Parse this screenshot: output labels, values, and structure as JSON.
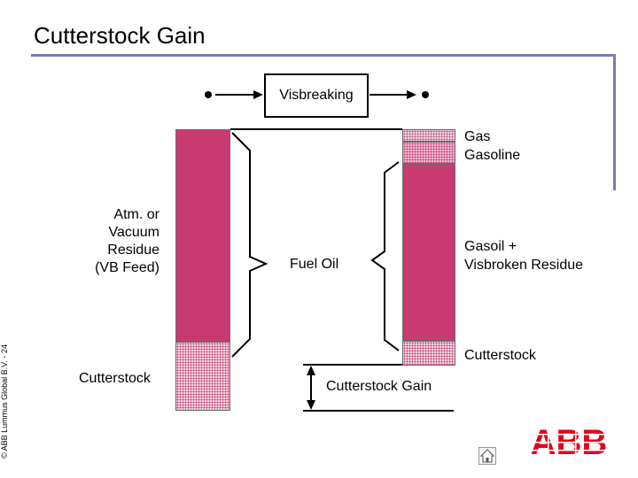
{
  "slide": {
    "title": "Cutterstock Gain",
    "copyright": "© ABB Lummus Global B.V. - 24",
    "logo_text": "ABB"
  },
  "diagram": {
    "process_box": "Visbreaking",
    "feed_label": {
      "line1": "Atm. or",
      "line2": "Vacuum",
      "line3": "Residue",
      "line4": "(VB Feed)"
    },
    "feed_cutterstock": "Cutterstock",
    "middle_label": "Fuel Oil",
    "product_labels": {
      "gas": "Gas",
      "gasoline": "Gasoline",
      "gasoil_line1": "Gasoil +",
      "gasoil_line2": "Visbroken Residue",
      "cutterstock": "Cutterstock"
    },
    "gain_label": "Cutterstock Gain"
  },
  "colors": {
    "residue": "#c93a71",
    "pattern": "#f2d6e3",
    "title_rule": "#7b7bb6",
    "logo_red": "#e2001a"
  },
  "icons": {
    "home": "home-icon",
    "left_arrow_end": "dot-arrow-left-icon",
    "right_arrow_end": "dot-arrow-right-icon"
  }
}
